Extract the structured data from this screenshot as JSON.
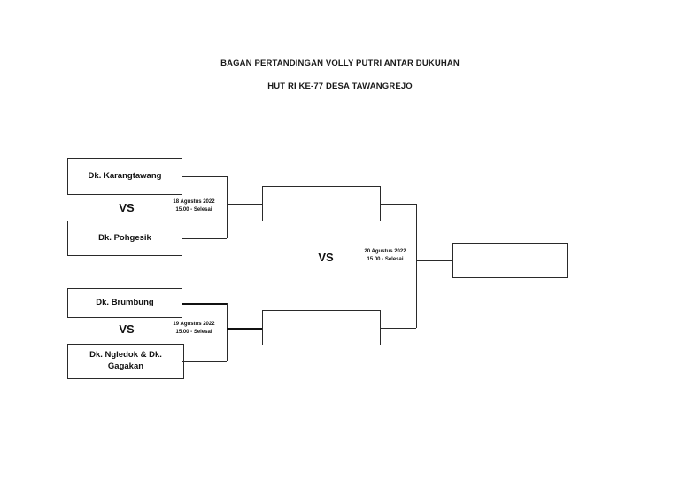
{
  "document": {
    "title_line_1": "BAGAN PERTANDINGAN VOLLY PUTRI ANTAR DUKUHAN",
    "title_line_2": "HUT RI KE-77 DESA TAWANGREJO"
  },
  "bracket": {
    "vs_label": "VS",
    "round_1": [
      {
        "match_id": "match-1",
        "teams": [
          {
            "slot": "top",
            "name": "Dk. Karangtawang"
          },
          {
            "slot": "bottom",
            "name": "Dk. Pohgesik"
          }
        ],
        "vs_label": "VS",
        "schedule": {
          "date": "18 Agustus 2022",
          "time": "15.00 - Selesai"
        }
      },
      {
        "match_id": "match-2",
        "teams": [
          {
            "slot": "top",
            "name": "Dk. Brumbung"
          },
          {
            "slot": "bottom",
            "name": "Dk. Ngledok & Dk. Gagakan"
          }
        ],
        "vs_label": "VS",
        "schedule": {
          "date": "19 Agustus 2022",
          "time": "15.00 - Selesai"
        }
      }
    ],
    "round_2": {
      "match_id": "final",
      "winner_slot_top": "",
      "winner_slot_bottom": "",
      "vs_label": "VS",
      "schedule": {
        "date": "20 Agustus 2022",
        "time": "15.00 - Selesai"
      }
    },
    "champion": {
      "label": ""
    }
  },
  "colors": {
    "line": "#2a2a2a",
    "text": "#111111",
    "background": "#ffffff"
  }
}
